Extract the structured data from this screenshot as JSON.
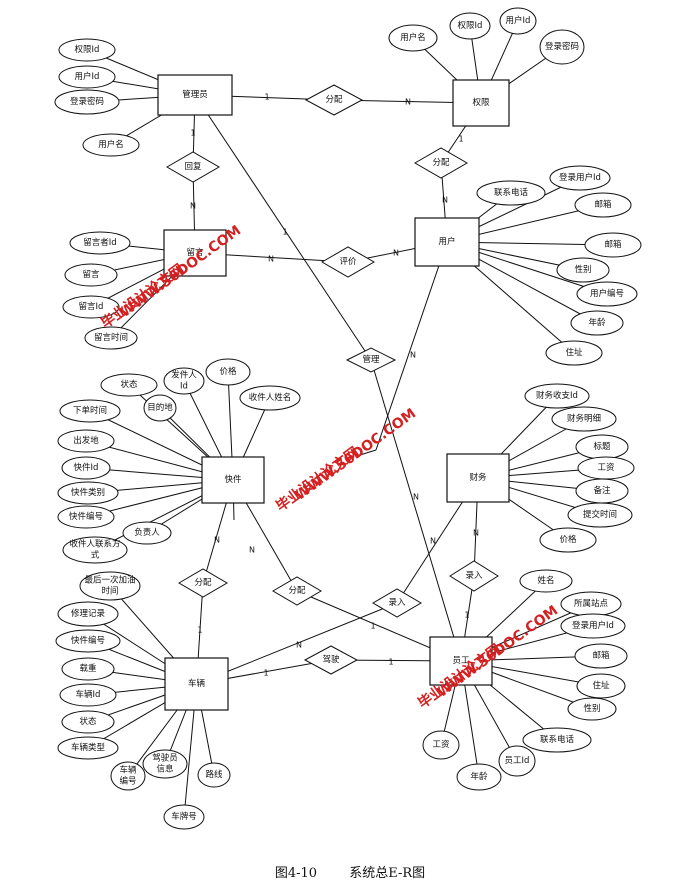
{
  "caption": {
    "figure_no": "图4-10",
    "title": "系统总E-R图"
  },
  "watermark": {
    "url": "WWW.56DOC.COM",
    "name": "毕业设计论文网",
    "color": "#d42020"
  },
  "entities": {
    "admin": "管理员",
    "permission": "权限",
    "message": "留言",
    "user": "用户",
    "parcel": "快件",
    "finance": "财务",
    "vehicle": "车辆",
    "staff": "员工"
  },
  "relations": {
    "assign_admin_perm": "分配",
    "assign_perm_user": "分配",
    "reply": "回复",
    "review": "评价",
    "manage": "管理",
    "assign_parcel_vehicle": "分配",
    "assign_parcel_staff": "分配",
    "record": "录入",
    "record2": "录入",
    "drive": "驾驶"
  },
  "attributes": {
    "admin": [
      "权限Id",
      "用户Id",
      "登录密码",
      "用户名"
    ],
    "permission": [
      "用户名",
      "权限Id",
      "用户Id",
      "登录密码"
    ],
    "message": [
      "留言者Id",
      "留言",
      "留言Id",
      "留言时间"
    ],
    "user": [
      "联系电话",
      "登录用户Id",
      "邮箱",
      "邮箱",
      "性别",
      "用户编号",
      "年龄",
      "住址"
    ],
    "parcel": [
      "状态",
      "发件人Id",
      "价格",
      "目的地",
      "收件人姓名",
      "下单时间",
      "出发地",
      "快件Id",
      "快件类别",
      "快件编号",
      "负责人",
      "收件人联系方式"
    ],
    "finance": [
      "财务收支Id",
      "财务明细",
      "标题",
      "工资",
      "备注",
      "提交时间",
      "价格"
    ],
    "vehicle": [
      "最后一次加油时间",
      "修理记录",
      "快件编号",
      "载重",
      "车辆Id",
      "状态",
      "车辆类型",
      "车辆编号",
      "驾驶员信息",
      "路线",
      "车牌号"
    ],
    "staff": [
      "姓名",
      "所属站点",
      "登录用户Id",
      "邮箱",
      "住址",
      "性别",
      "联系电话",
      "工资",
      "年龄",
      "员工Id"
    ]
  },
  "cardinalities": {
    "admin_assign": "1",
    "assign_perm": "N",
    "perm_assign": "1",
    "assign_user": "N",
    "admin_reply": "1",
    "reply_msg": "N",
    "msg_review": "N",
    "review_user": "N",
    "admin_manage": "1",
    "manage_staff": "N",
    "user_to_staff": "N",
    "parcel_assign_v": "N",
    "assign_vehicle": "1",
    "parcel_assign_s": "N",
    "assign_staff": "1",
    "vehicle_drive": "1",
    "drive_staff": "1",
    "vehicle_to_finance_n": "N",
    "finance_record": "N",
    "record_staff": "1",
    "staff_n": "N"
  }
}
